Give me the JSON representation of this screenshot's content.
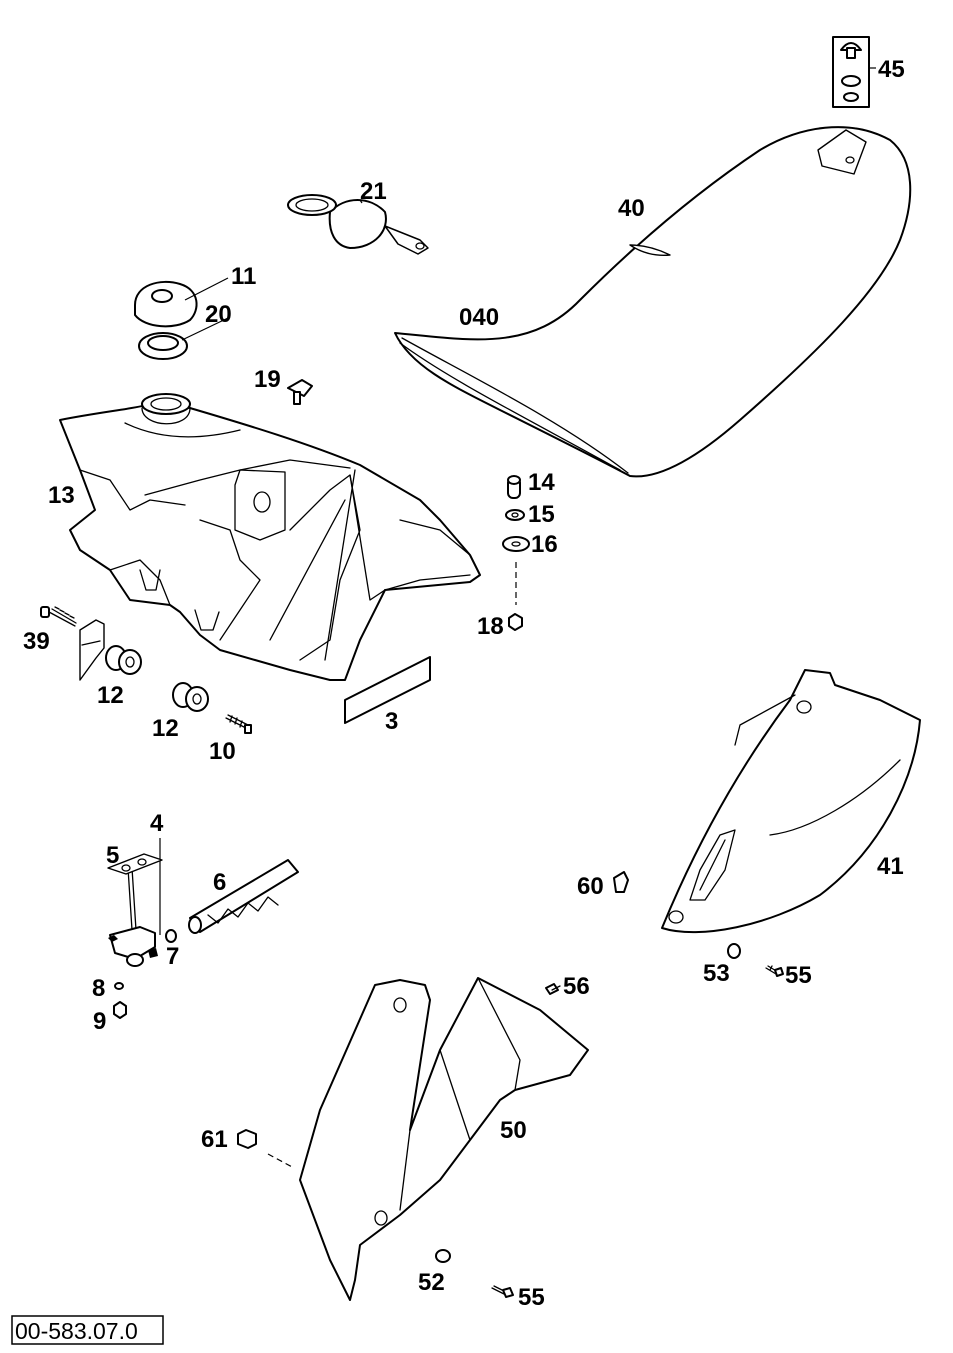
{
  "diagram_code": "00-583.07.0",
  "callouts": {
    "p45": "45",
    "p21": "21",
    "p40": "40",
    "p040": "040",
    "p11": "11",
    "p20": "20",
    "p19": "19",
    "p13": "13",
    "p14": "14",
    "p15": "15",
    "p16": "16",
    "p18": "18",
    "p39": "39",
    "p12a": "12",
    "p12b": "12",
    "p10": "10",
    "p3": "3",
    "p4": "4",
    "p5": "5",
    "p6": "6",
    "p7": "7",
    "p8": "8",
    "p9": "9",
    "p41": "41",
    "p60": "60",
    "p53": "53",
    "p55a": "55",
    "p56": "56",
    "p50": "50",
    "p61": "61",
    "p52": "52",
    "p55b": "55"
  }
}
